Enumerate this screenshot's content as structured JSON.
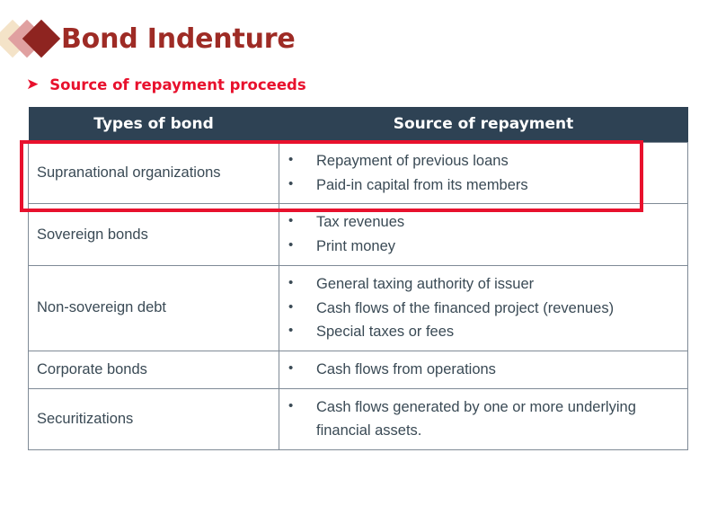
{
  "slide": {
    "title": "Bond Indenture",
    "logo_icon": "diamond-logo-icon",
    "subheading": {
      "bullet_icon": "arrow-bullet-icon",
      "text": "Source of repayment proceeds"
    },
    "accent_colors": {
      "title_red": "#9E2B25",
      "subhead_red": "#E8112D",
      "header_navy": "#2E4254",
      "body_slate": "#3A4A55",
      "highlight_red": "#E8112D"
    }
  },
  "table": {
    "columns": [
      "Types of bond",
      "Source of repayment"
    ],
    "rows": [
      {
        "type": "Supranational organizations",
        "sources": [
          "Repayment of previous loans",
          "Paid-in capital from its members"
        ],
        "highlighted": true
      },
      {
        "type": "Sovereign bonds",
        "sources": [
          "Tax revenues",
          "Print money"
        ],
        "highlighted": false
      },
      {
        "type": "Non-sovereign debt",
        "sources": [
          "General taxing authority of issuer",
          "Cash flows of the financed project (revenues)",
          "Special taxes or fees"
        ],
        "highlighted": false
      },
      {
        "type": "Corporate bonds",
        "sources": [
          "Cash flows from operations"
        ],
        "highlighted": false
      },
      {
        "type": "Securitizations",
        "sources": [
          "Cash flows generated by one or more underlying financial assets."
        ],
        "highlighted": false
      }
    ]
  }
}
